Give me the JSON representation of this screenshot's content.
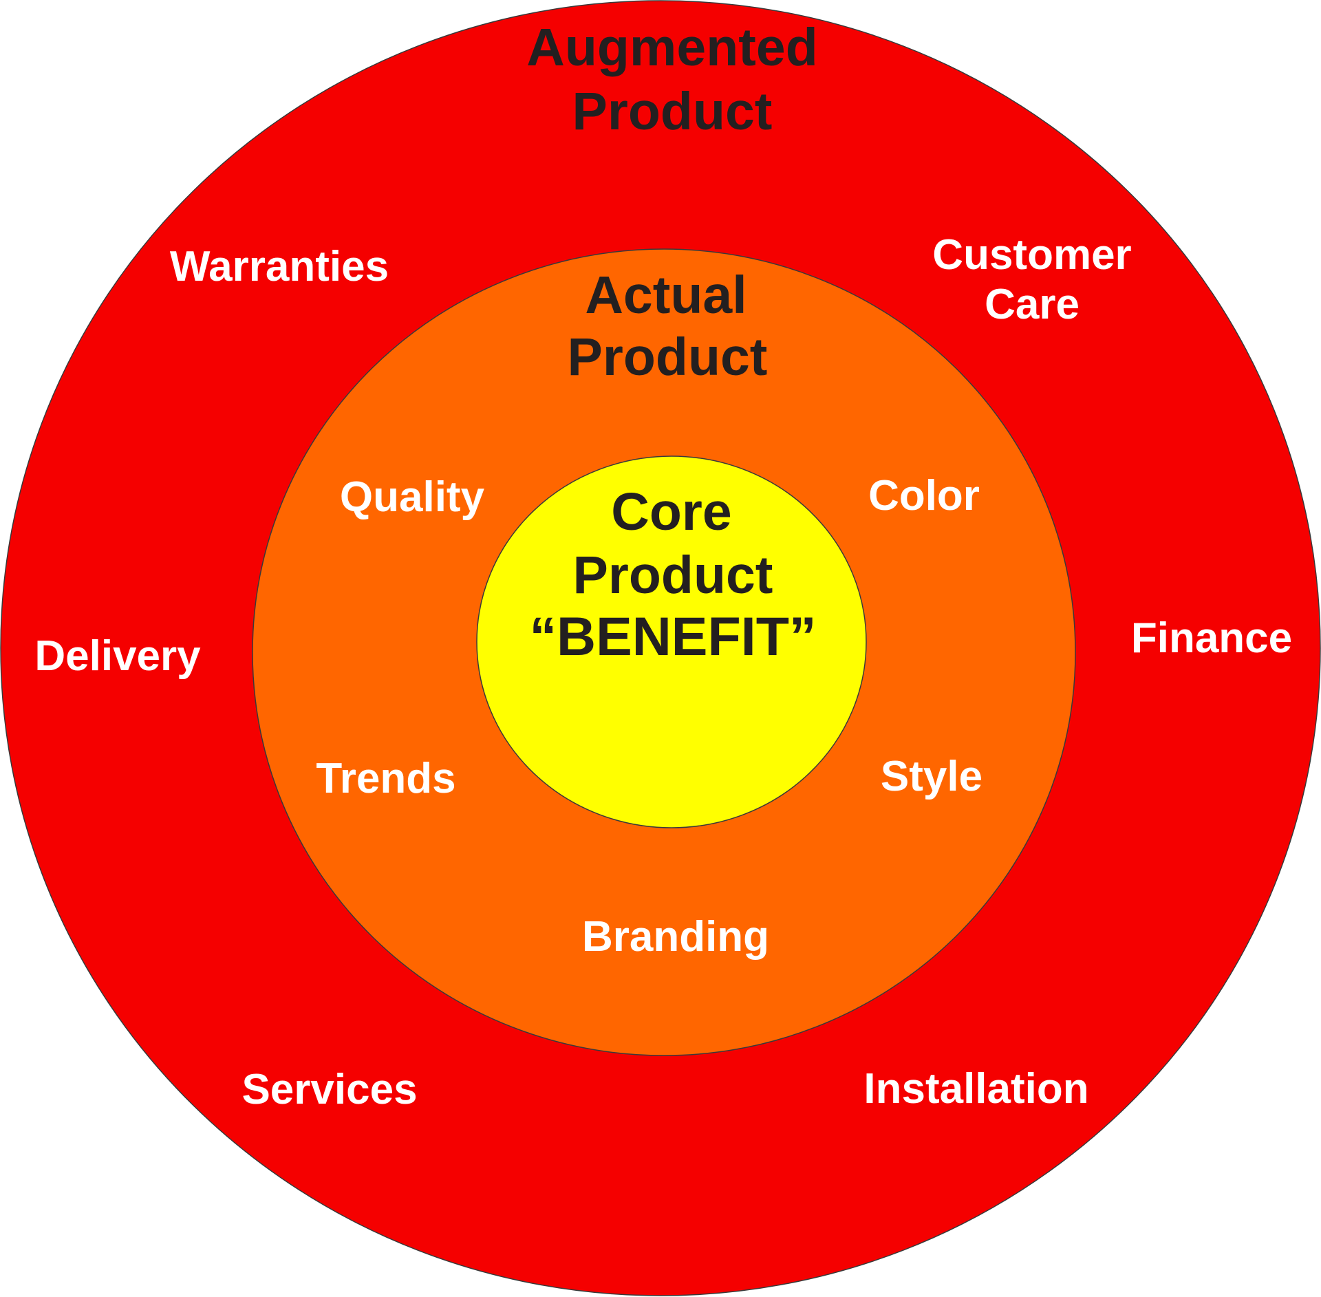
{
  "colors": {
    "augmented_ring": "#f50000",
    "actual_ring": "#ff6600",
    "core_circle": "#ffff00",
    "outline": "#3a3a3a",
    "title_text": "#231f20",
    "item_text": "#ffffff"
  },
  "augmented": {
    "title_line1": "Augmented",
    "title_line2": "Product",
    "items": {
      "warranties": "Warranties",
      "customer_care_line1": "Customer",
      "customer_care_line2": "Care",
      "delivery": "Delivery",
      "finance": "Finance",
      "services": "Services",
      "installation": "Installation"
    }
  },
  "actual": {
    "title_line1": "Actual",
    "title_line2": "Product",
    "items": {
      "quality": "Quality",
      "color": "Color",
      "trends": "Trends",
      "style": "Style",
      "branding": "Branding"
    }
  },
  "core": {
    "title_line1": "Core",
    "title_line2": "Product",
    "title_line3": "“BENEFIT”"
  }
}
